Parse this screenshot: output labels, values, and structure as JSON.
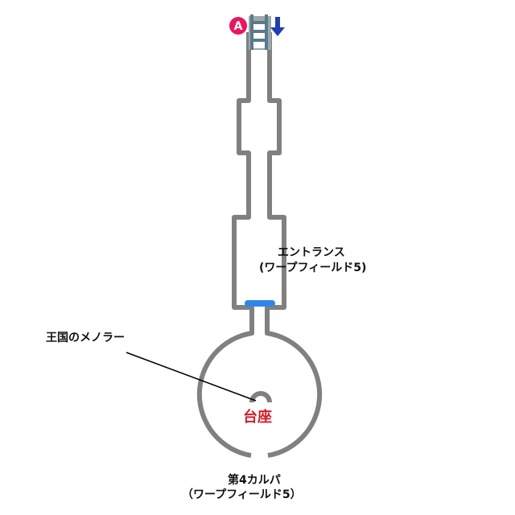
{
  "markers": {
    "start": "A"
  },
  "labels": {
    "entrance": "エントランス",
    "entrance_sub": "(ワープフィールド5)",
    "memorial": "王国のメノラー",
    "pedestal": "台座",
    "exit": "第4カルパ",
    "exit_sub": "（ワープフィールド5）"
  },
  "colors": {
    "wall": "#808080",
    "door": "#2f86e8",
    "marker": "#e8175d",
    "arrow": "#1f3fb0",
    "ladder": "#5a7a8a",
    "pedestal_text": "#d0202a"
  },
  "icons": [
    "ladder-icon",
    "down-arrow-icon",
    "marker-a-icon"
  ]
}
